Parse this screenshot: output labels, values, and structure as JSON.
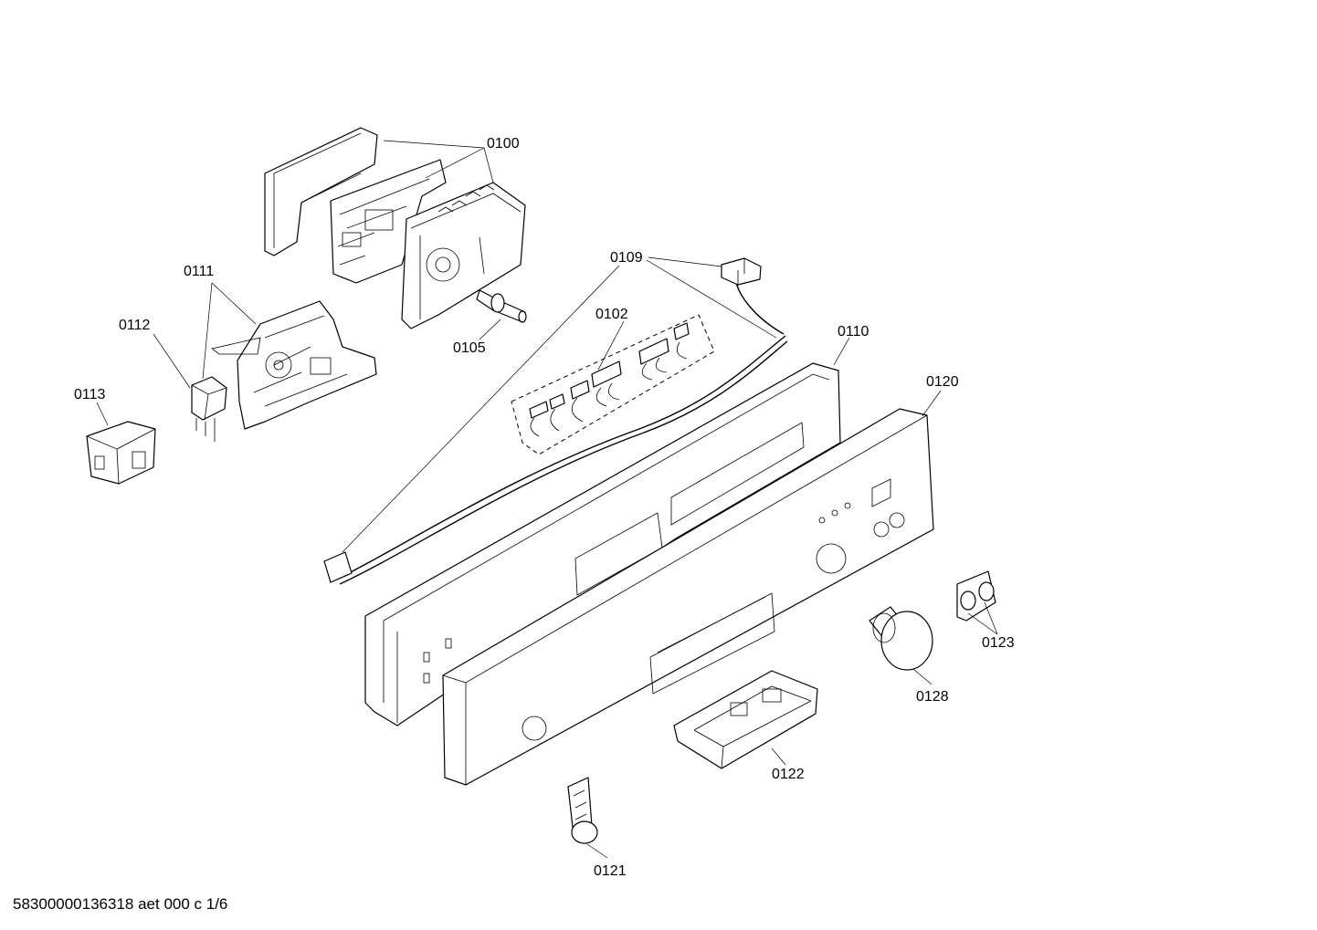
{
  "labels": {
    "p0100": "0100",
    "p0102": "0102",
    "p0105": "0105",
    "p0109": "0109",
    "p0110": "0110",
    "p0111": "0111",
    "p0112": "0112",
    "p0113": "0113",
    "p0120": "0120",
    "p0121": "0121",
    "p0122": "0122",
    "p0123": "0123",
    "p0128": "0128"
  },
  "footer": "58300000136318 aet 000 c 1/6",
  "colors": {
    "line": "#000000",
    "background": "#ffffff"
  }
}
